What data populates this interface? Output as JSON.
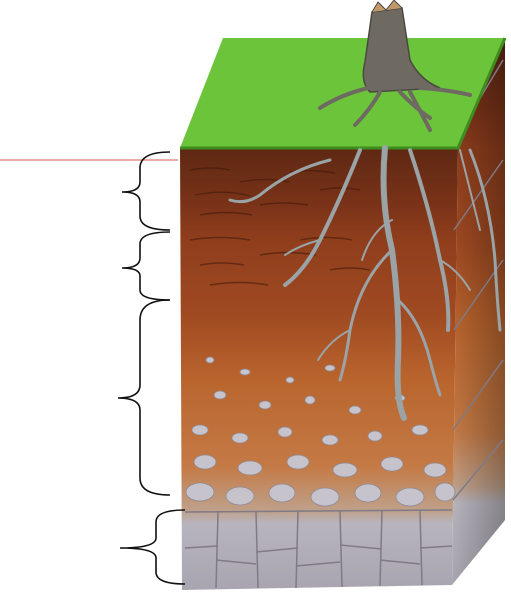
{
  "diagram": {
    "kind": "soil-profile",
    "labels": [],
    "layers": [
      {
        "id": "grass",
        "color": "#6cc43a"
      },
      {
        "id": "topsoil",
        "color": "#6b2e17"
      },
      {
        "id": "upper-subsoil",
        "color": "#8e3d1c"
      },
      {
        "id": "subsoil",
        "color": "#b8622c"
      },
      {
        "id": "gravel",
        "color": "#c47a45"
      },
      {
        "id": "bedrock",
        "color": "#b8b4be"
      }
    ],
    "bracket_count": 4,
    "pointer_line_color": "#e07a7a",
    "root_color": "#9aa3a6",
    "stump_color": "#6e6a62"
  }
}
